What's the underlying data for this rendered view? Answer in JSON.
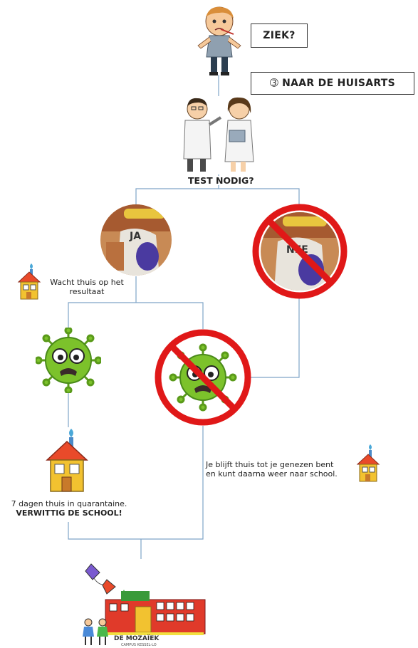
{
  "labels": {
    "ziek": "ZIEK?",
    "huisarts": "➂ NAAR DE HUISARTS",
    "test_nodig": "TEST NODIG?",
    "ja": "JA",
    "nee": "NEE",
    "wacht_line1": "Wacht thuis op het",
    "wacht_line2": "resultaat",
    "negatief_line1": "Je blijft thuis tot je genezen bent",
    "negatief_line2": "en kunt daarna weer naar school.",
    "quarantaine_line1": "7 dagen thuis in quarantaine.",
    "quarantaine_line2": "VERWITTIG DE SCHOOL!",
    "school_name": "DE MOZAÏEK",
    "school_sub": "CAMPUS KESSEL-LO"
  },
  "colors": {
    "line": "#7fa5c8",
    "prohibition": "#e01818",
    "virus": "#7cc22b",
    "house": "#f2c230"
  },
  "icons": [
    "sick-person-icon",
    "doctors-icon",
    "test-photo-icon",
    "house-icon",
    "virus-icon",
    "school-drawing-icon",
    "prohibition-icon"
  ]
}
